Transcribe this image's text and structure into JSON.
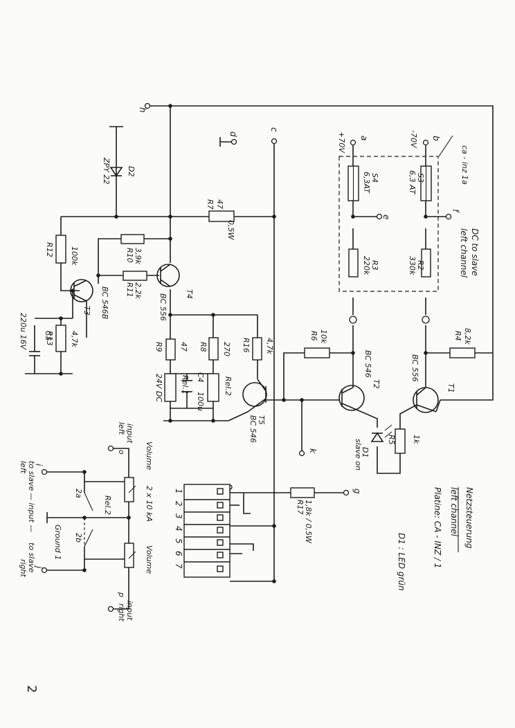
{
  "title": {
    "line1": "Netzsteuerung",
    "line2": "left channel",
    "line3": "Platine:  CA - INZ / 1",
    "note": "D1  :  LED grün"
  },
  "page_number": "2",
  "terminals": {
    "h": "h",
    "d": "d",
    "c": "c",
    "a": "a",
    "b": "b",
    "e": "e",
    "f": "f",
    "g": "g",
    "k": "k",
    "i": "i",
    "j": "j",
    "ca_inz": "ca - inz 1a"
  },
  "supply": {
    "plus70": "+70V",
    "minus70": "-70V"
  },
  "dc_slave": {
    "line1": "DC to slave",
    "line2": "left channel"
  },
  "fuses": {
    "s4": {
      "ref": "S4",
      "val": "6,3AT"
    },
    "s3": {
      "ref": "S3",
      "val": "6,3 AT"
    }
  },
  "resistors": {
    "r1": {
      "ref": "R5",
      "val": "1k"
    },
    "r2": {
      "ref": "R2",
      "val": "330k"
    },
    "r3": {
      "ref": "R3",
      "val": "220k"
    },
    "r4": {
      "ref": "R4",
      "val": "8,2k"
    },
    "r6": {
      "ref": "R6",
      "val": "10k"
    },
    "r7": {
      "ref": "R7",
      "val": "47",
      "val2": "0,5W"
    },
    "r8": {
      "ref": "R8",
      "val": "270"
    },
    "r9": {
      "ref": "R9",
      "val": "47"
    },
    "r10": {
      "ref": "R10",
      "val": "3,9k"
    },
    "r11": {
      "ref": "R11",
      "val": "2,2k"
    },
    "r12": {
      "ref": "R12",
      "val": "100k"
    },
    "r13": {
      "ref": "R13",
      "val": "4,7k"
    },
    "r16": {
      "ref": "R16",
      "val": "4,7k"
    },
    "r17": {
      "ref": "R17",
      "val": "1,8k / 0,5W"
    }
  },
  "transistors": {
    "t1": {
      "ref": "T1",
      "type": "BC 556"
    },
    "t2": {
      "ref": "T2",
      "type": "BC 546"
    },
    "t3": {
      "ref": "T3",
      "type": "BC 546B"
    },
    "t4": {
      "ref": "T4",
      "type": "BC 556"
    },
    "t5": {
      "ref": "T5",
      "type": "BC 546"
    }
  },
  "diodes": {
    "d1": {
      "ref": "D1",
      "note": "slave on"
    },
    "d2": {
      "ref": "D2",
      "type": "ZPY 22"
    }
  },
  "capacitors": {
    "c4": {
      "ref": "C4",
      "val": "100u"
    },
    "c5": {
      "ref": "C5",
      "val": "220u 16V"
    }
  },
  "relays": {
    "rel1": {
      "ref": "Rel.1",
      "val": "24V DC"
    },
    "rel2": {
      "ref": "Rel.2"
    },
    "rel2_contacts": {
      "ref": "Rel.2",
      "c2a": "2a",
      "c2b": "2b"
    }
  },
  "connector": {
    "pins": [
      "1",
      "2",
      "3",
      "4",
      "5",
      "6",
      "7"
    ]
  },
  "volume": {
    "input_left": "input",
    "left": "left",
    "vol_left": "Volume",
    "pot_value": "2 x 10 kA",
    "vol_right": "Volume",
    "input_right": "input",
    "right": "right",
    "p_left": "o",
    "p_right": "p"
  },
  "slave_io": {
    "to_slave_left": "to slave",
    "left": "left",
    "input": "— input —",
    "ground": "Ground 1",
    "to_slave_right": "to slave",
    "right": "right"
  }
}
